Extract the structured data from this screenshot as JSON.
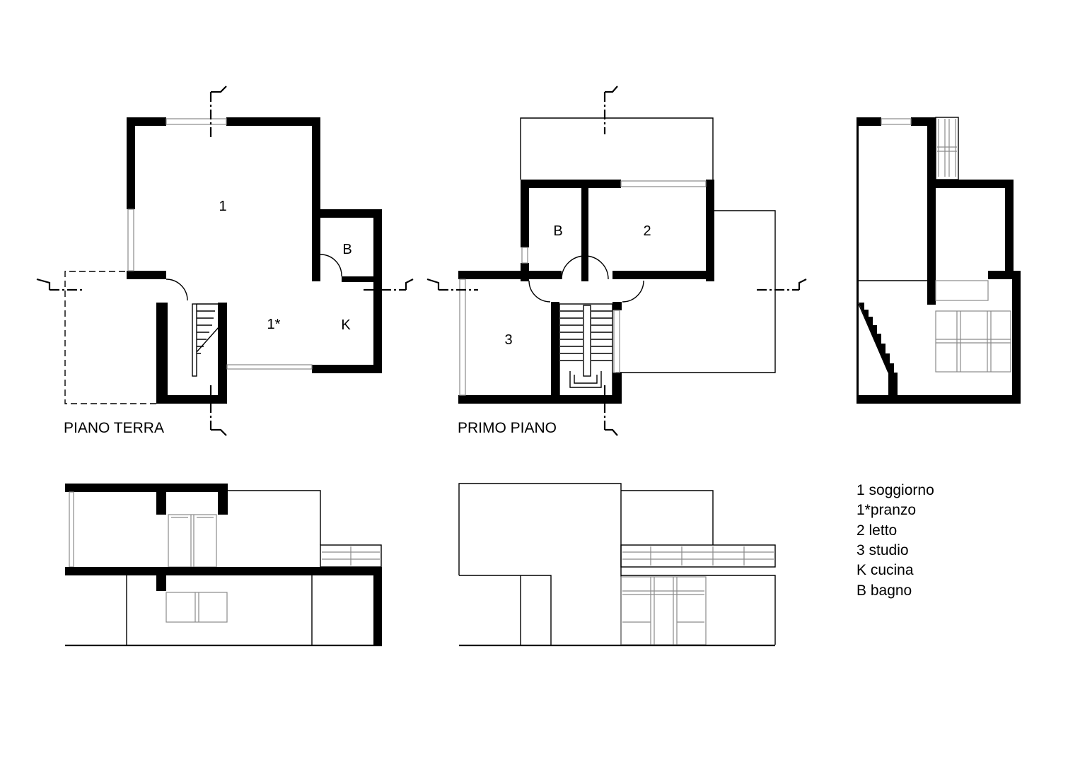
{
  "plans": {
    "ground_floor": {
      "title": "PIANO TERRA",
      "rooms": {
        "living": "1",
        "dining": "1*",
        "bath": "B",
        "kitchen": "K"
      }
    },
    "first_floor": {
      "title": "PRIMO PIANO",
      "rooms": {
        "bath": "B",
        "bedroom": "2",
        "study": "3"
      }
    }
  },
  "legend": {
    "items": [
      "1 soggiorno",
      "1*pranzo",
      "2 letto",
      "3 studio",
      "K cucina",
      "B bagno"
    ]
  }
}
